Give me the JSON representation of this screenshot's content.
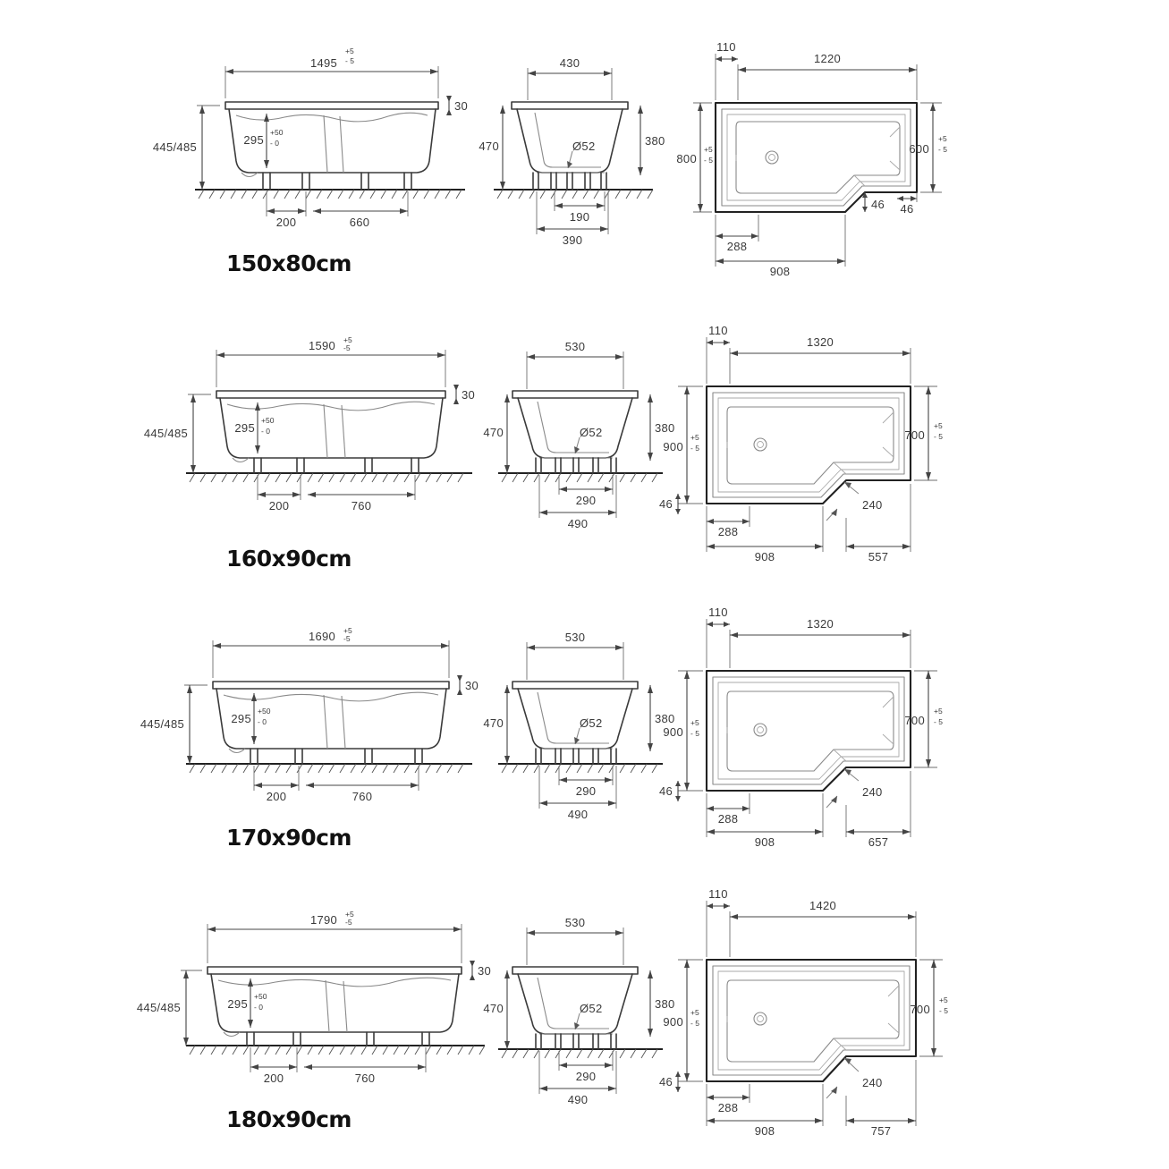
{
  "document": {
    "title": "L-Shape Shower Bath Dimension Drawing",
    "units": "mm",
    "line_color": "#3b3b3b",
    "text_color": "#3a3a3a",
    "label_color": "#111111",
    "background": "#ffffff"
  },
  "common": {
    "tolerance_plus": "+5",
    "tolerance_minus": "- 5",
    "depth_tol_plus": "+50",
    "depth_tol_minus": "- 0",
    "height_overall": "445/485",
    "rim_thickness": "30",
    "internal_depth": "295",
    "end_height": "470",
    "end_upper": "380",
    "drain_label": "Ø52",
    "offset_110": "110",
    "chamfer_46": "46",
    "foot_offset_288": "288",
    "foot_span_908": "908"
  },
  "rows": [
    {
      "id": "row-150x80",
      "label": "150x80cm",
      "side_elevation": {
        "overall_length": "1495",
        "tol_plus": "+5",
        "tol_minus": "- 5",
        "tol_inline": false,
        "rim": "30",
        "height_overall": "445/485",
        "depth": "295",
        "depth_tol_plus": "+50",
        "depth_tol_minus": "- 0",
        "leg_dim_1": "200",
        "leg_dim_2": "660"
      },
      "end_elevation": {
        "top_width": "430",
        "height": "470",
        "upper": "380",
        "drain": "Ø52",
        "leg_inner": "190",
        "leg_outer": "390"
      },
      "plan": {
        "offset": "110",
        "top_length": "1220",
        "left_width": "800",
        "left_tol_plus": "+5",
        "left_tol_minus": "- 5",
        "right_width": "600",
        "right_tol_plus": "+5",
        "right_tol_minus": "- 5",
        "chamfer_v": "46",
        "chamfer_h": "46",
        "foot_offset": "288",
        "foot_span": "908",
        "diagonal": "",
        "bottom_right": ""
      }
    },
    {
      "id": "row-160x90",
      "label": "160x90cm",
      "side_elevation": {
        "overall_length": "1590",
        "tol_plus": "+5",
        "tol_minus": "-5",
        "tol_inline": true,
        "rim": "30",
        "height_overall": "445/485",
        "depth": "295",
        "depth_tol_plus": "+50",
        "depth_tol_minus": "- 0",
        "leg_dim_1": "200",
        "leg_dim_2": "760"
      },
      "end_elevation": {
        "top_width": "530",
        "height": "470",
        "upper": "380",
        "drain": "Ø52",
        "leg_inner": "290",
        "leg_outer": "490"
      },
      "plan": {
        "offset": "110",
        "top_length": "1320",
        "left_width": "900",
        "left_tol_plus": "+5",
        "left_tol_minus": "- 5",
        "right_width": "700",
        "right_tol_plus": "+5",
        "right_tol_minus": "- 5",
        "chamfer_v": "46",
        "chamfer_h": "",
        "foot_offset": "288",
        "foot_span": "908",
        "diagonal": "240",
        "bottom_right": "557"
      }
    },
    {
      "id": "row-170x90",
      "label": "170x90cm",
      "side_elevation": {
        "overall_length": "1690",
        "tol_plus": "+5",
        "tol_minus": "-5",
        "tol_inline": true,
        "rim": "30",
        "height_overall": "445/485",
        "depth": "295",
        "depth_tol_plus": "+50",
        "depth_tol_minus": "- 0",
        "leg_dim_1": "200",
        "leg_dim_2": "760"
      },
      "end_elevation": {
        "top_width": "530",
        "height": "470",
        "upper": "380",
        "drain": "Ø52",
        "leg_inner": "290",
        "leg_outer": "490"
      },
      "plan": {
        "offset": "110",
        "top_length": "1320",
        "left_width": "900",
        "left_tol_plus": "+5",
        "left_tol_minus": "- 5",
        "right_width": "700",
        "right_tol_plus": "+5",
        "right_tol_minus": "- 5",
        "chamfer_v": "46",
        "chamfer_h": "",
        "foot_offset": "288",
        "foot_span": "908",
        "diagonal": "240",
        "bottom_right": "657"
      }
    },
    {
      "id": "row-180x90",
      "label": "180x90cm",
      "side_elevation": {
        "overall_length": "1790",
        "tol_plus": "+5",
        "tol_minus": "-5",
        "tol_inline": true,
        "rim": "30",
        "height_overall": "445/485",
        "depth": "295",
        "depth_tol_plus": "+50",
        "depth_tol_minus": "- 0",
        "leg_dim_1": "200",
        "leg_dim_2": "760"
      },
      "end_elevation": {
        "top_width": "530",
        "height": "470",
        "upper": "380",
        "drain": "Ø52",
        "leg_inner": "290",
        "leg_outer": "490"
      },
      "plan": {
        "offset": "110",
        "top_length": "1420",
        "left_width": "900",
        "left_tol_plus": "+5",
        "left_tol_minus": "- 5",
        "right_width": "700",
        "right_tol_plus": "+5",
        "right_tol_minus": "- 5",
        "chamfer_v": "46",
        "chamfer_h": "",
        "foot_offset": "288",
        "foot_span": "908",
        "diagonal": "240",
        "bottom_right": "757"
      }
    }
  ]
}
